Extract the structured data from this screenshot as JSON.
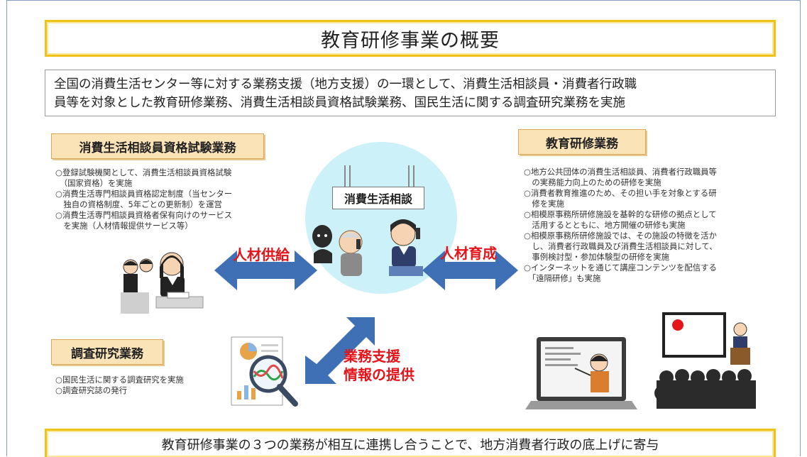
{
  "title": "教育研修事業の概要",
  "summary": {
    "line1": "全国の消費生活センター等に対する業務支援（地方支援）の一環として、消費生活相談員・消費者行政職",
    "line2": "員等を対象とした教育研修業務、消費生活相談員資格試験業務、国民生活に関する調査研究業務を実施"
  },
  "exam": {
    "heading": "消費生活相談員資格試験業務",
    "lines": [
      "○登録試験機関として、消費生活相談員資格試験",
      "　（国家資格）を実施",
      "○消費生活専門相談員資格認定制度（当センター",
      "　独自の資格制度、5年ごとの更新制）を運営",
      "○消費生活専門相談員資格者保有向けのサービス",
      "　を実施（人材情報提供サービス等）"
    ]
  },
  "education": {
    "heading": "教育研修業務",
    "lines": [
      "○地方公共団体の消費生活相談員、消費者行政職員等",
      "　の実務能力向上のための研修を実施",
      "○消費者教育推進のため、その担い手を対象とする研",
      "　修を実施",
      "○相模原事務所研修施設を基幹的な研修の拠点として",
      "　活用するとともに、地方開催の研修も実施",
      "○相模原事務所研修施設では、その施設の特徴を活か",
      "　し、消費者行政職員及び消費生活相談員に対して、",
      "　事例検討型・参加体験型の研修を実施",
      "○インターネットを通じて講座コンテンツを配信する",
      "　「遠隔研修」も実施"
    ]
  },
  "research": {
    "heading": "調査研究業務",
    "lines": [
      "○国民生活に関する調査研究を実施",
      "○調査研究誌の発行"
    ]
  },
  "center": {
    "label": "消費生活相談"
  },
  "arrows": {
    "supply": "人材供給",
    "training": "人材育成",
    "support_line1": "業務支援",
    "support_line2": "情報の提供"
  },
  "footer": "教育研修事業の３つの業務が相互に連携し合うことで、地方消費者行政の底上げに寄与",
  "colors": {
    "title_border": "#f2c21a",
    "heading_fill": "#fbe3b8",
    "arrow_blue": "#3f6fb5",
    "label_red": "#e4141a",
    "circle_fill": "#cdf1f8"
  }
}
